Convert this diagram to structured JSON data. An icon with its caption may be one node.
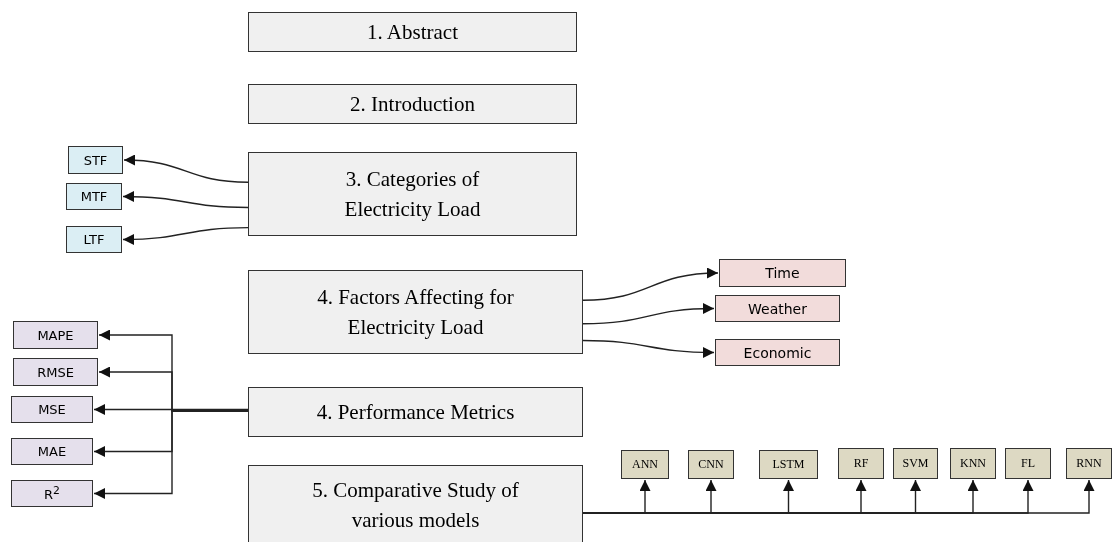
{
  "diagram": {
    "nodes": [
      {
        "text": [
          "1. Abstract"
        ]
      },
      {
        "text": [
          "2. Introduction"
        ]
      },
      {
        "text": [
          "3. Categories of Electricity Load"
        ]
      },
      {
        "text": [
          "STF"
        ]
      },
      {
        "text": [
          "MTF"
        ]
      },
      {
        "text": [
          "LTF"
        ]
      },
      {
        "text": [
          "4. Factors Affecting for Electricity Load"
        ]
      },
      {
        "text": [
          "Time"
        ]
      },
      {
        "text": [
          "Weather"
        ]
      },
      {
        "text": [
          "Economic"
        ]
      },
      {
        "text": [
          "MAPE"
        ]
      },
      {
        "text": [
          "RMSE"
        ]
      },
      {
        "text": [
          "MSE"
        ]
      },
      {
        "text": [
          "4. Performance Metrics"
        ]
      },
      {
        "text": [
          "MAE"
        ]
      },
      {
        "text": [
          "R$^{2}$"
        ]
      },
      {
        "text": [
          "ANN"
        ]
      },
      {
        "text": [
          "CNN"
        ]
      },
      {
        "text": [
          "LSTM"
        ]
      },
      {
        "text": [
          "RF"
        ]
      },
      {
        "text": [
          "SVM"
        ]
      },
      {
        "text": [
          "KNN"
        ]
      },
      {
        "text": [
          "FL"
        ]
      },
      {
        "text": [
          "RNN"
        ]
      },
      {
        "text": [
          "5. Comparative Study of various models"
        ]
      }
    ],
    "edges": [
      {
        "from": 2,
        "to": 3,
        "arrow": "to"
      },
      {
        "from": 2,
        "to": 4,
        "arrow": "to"
      },
      {
        "from": 2,
        "to": 5,
        "arrow": "to"
      },
      {
        "from": 6,
        "to": 7,
        "arrow": "to"
      },
      {
        "from": 6,
        "to": 8,
        "arrow": "to"
      },
      {
        "from": 6,
        "to": 9,
        "arrow": "to"
      },
      {
        "from": 13,
        "to": 10,
        "arrow": "to"
      },
      {
        "from": 13,
        "to": 11,
        "arrow": "to"
      },
      {
        "from": 13,
        "to": 12,
        "arrow": "to"
      },
      {
        "from": 13,
        "to": 14,
        "arrow": "to"
      },
      {
        "from": 13,
        "to": 15,
        "arrow": "to"
      },
      {
        "from": 24,
        "to": 16,
        "arrow": "to"
      },
      {
        "from": 24,
        "to": 17,
        "arrow": "to"
      },
      {
        "from": 24,
        "to": 18,
        "arrow": "to"
      },
      {
        "from": 24,
        "to": 19,
        "arrow": "to"
      },
      {
        "from": 24,
        "to": 20,
        "arrow": "to"
      },
      {
        "from": 24,
        "to": 21,
        "arrow": "to"
      },
      {
        "from": 24,
        "to": 22,
        "arrow": "to"
      },
      {
        "from": 24,
        "to": 23,
        "arrow": "to"
      }
    ]
  }
}
